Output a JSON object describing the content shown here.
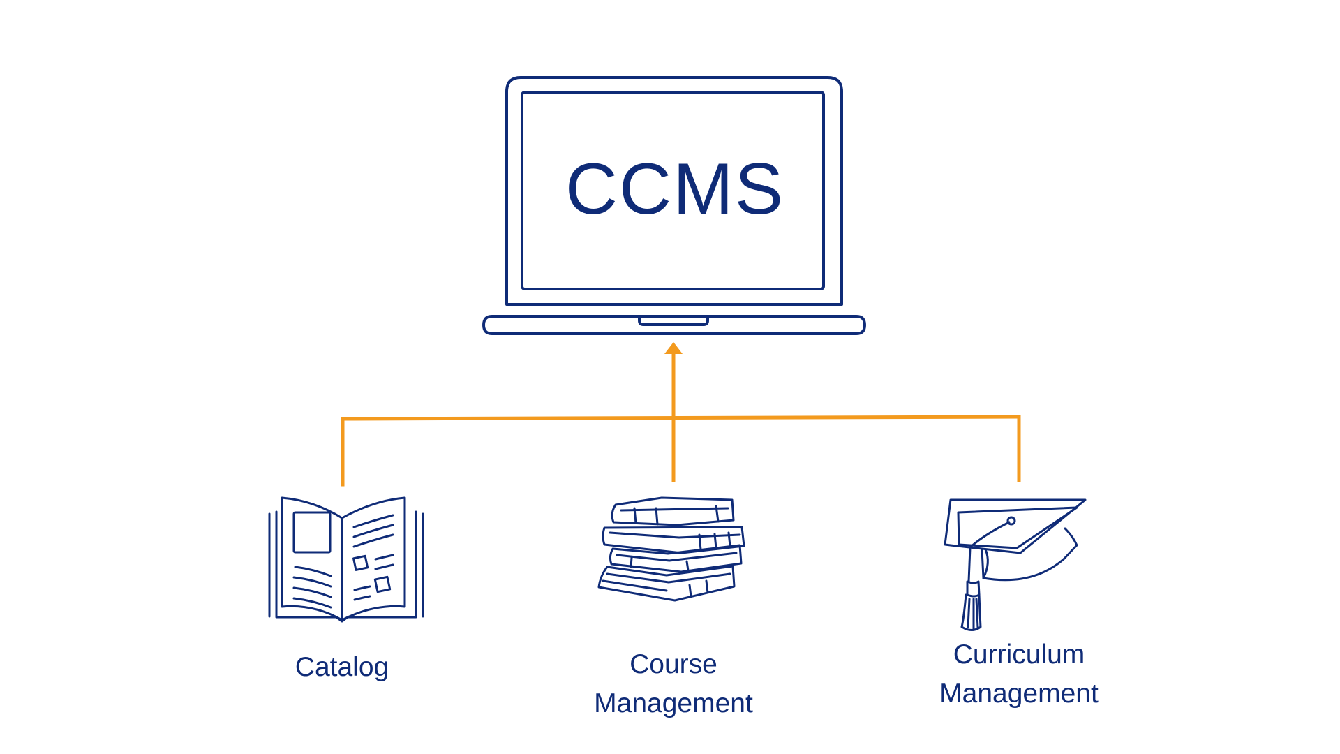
{
  "diagram": {
    "title": "CCMS",
    "nodes": [
      {
        "id": "catalog",
        "label_lines": [
          "Catalog"
        ],
        "icon": "open-book-icon"
      },
      {
        "id": "course-management",
        "label_lines": [
          "Course",
          "Management"
        ],
        "icon": "book-stack-icon"
      },
      {
        "id": "curriculum-management",
        "label_lines": [
          "Curriculum",
          "Management"
        ],
        "icon": "graduation-cap-icon"
      }
    ],
    "connections": [
      {
        "from": "catalog",
        "to": "ccms"
      },
      {
        "from": "course-management",
        "to": "ccms"
      },
      {
        "from": "curriculum-management",
        "to": "ccms"
      }
    ]
  },
  "colors": {
    "primary": "#0f2b77",
    "connector": "#f39a1e",
    "background": "#ffffff"
  }
}
